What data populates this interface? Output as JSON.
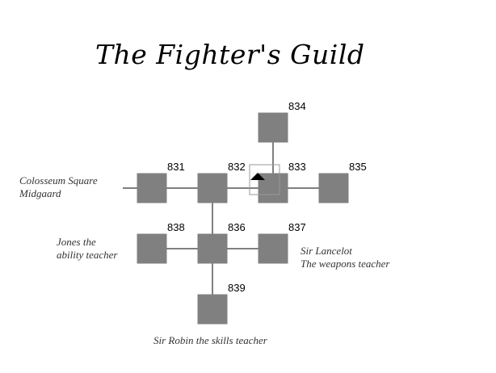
{
  "title": "The Fighter's Guild",
  "colors": {
    "room": "#808080",
    "line": "#000000",
    "marker": "#000000",
    "background": "#ffffff"
  },
  "rooms": [
    {
      "id": "831",
      "label": "831"
    },
    {
      "id": "832",
      "label": "832"
    },
    {
      "id": "833",
      "label": "833"
    },
    {
      "id": "834",
      "label": "834"
    },
    {
      "id": "835",
      "label": "835"
    },
    {
      "id": "836",
      "label": "836"
    },
    {
      "id": "837",
      "label": "837"
    },
    {
      "id": "838",
      "label": "838"
    },
    {
      "id": "839",
      "label": "839"
    }
  ],
  "connections": [
    [
      "831",
      "832"
    ],
    [
      "832",
      "833"
    ],
    [
      "833",
      "834"
    ],
    [
      "833",
      "835"
    ],
    [
      "832",
      "836"
    ],
    [
      "836",
      "837"
    ],
    [
      "836",
      "838"
    ],
    [
      "836",
      "839"
    ]
  ],
  "current_room": "833",
  "labels": {
    "west_exit": {
      "line1": "Colosseum Square",
      "line2": "Midgaard"
    },
    "room_838": {
      "line1": "Jones the",
      "line2": "ability teacher"
    },
    "room_837": {
      "line1": "Sir Lancelot",
      "line2": "The weapons teacher"
    },
    "room_839": {
      "line1": "Sir Robin the skills teacher"
    }
  }
}
